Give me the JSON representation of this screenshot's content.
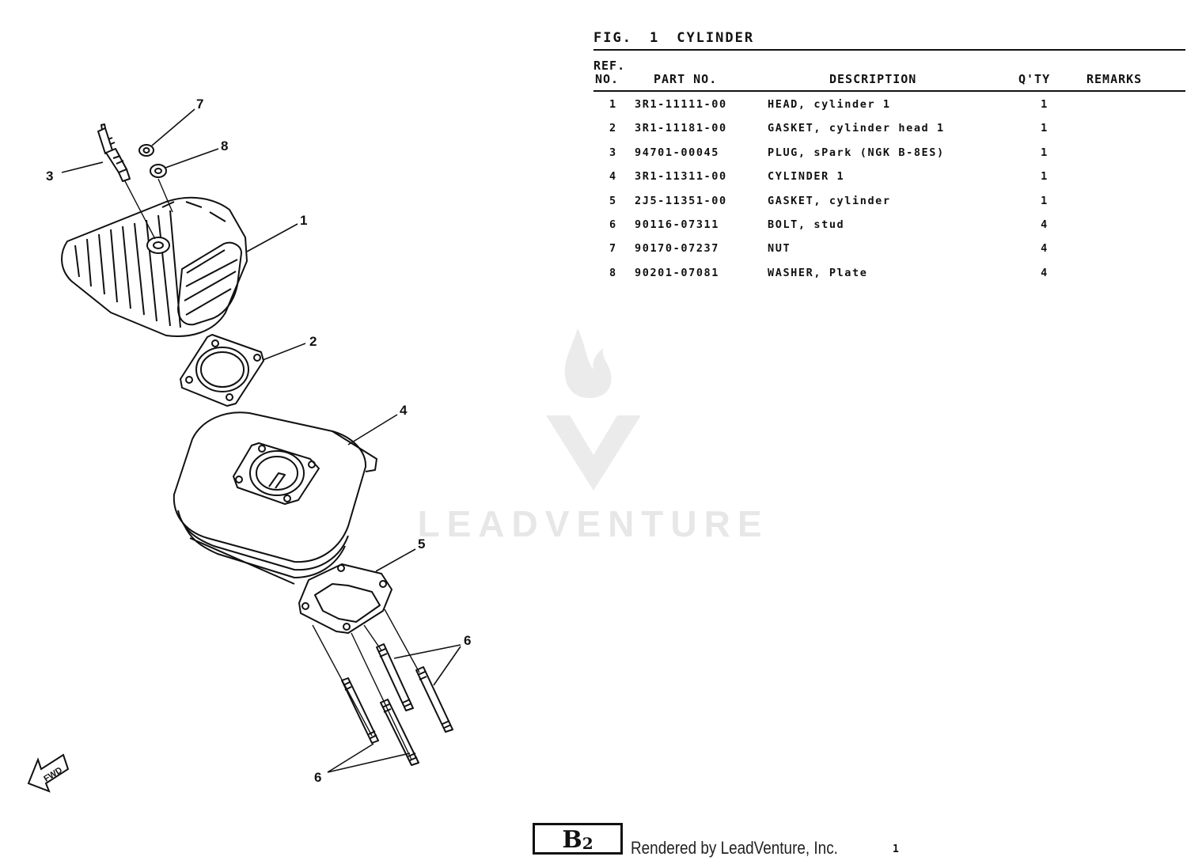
{
  "figure": {
    "label": "FIG.",
    "number": "1",
    "name": "CYLINDER"
  },
  "table": {
    "headers": {
      "ref_line1": "REF.",
      "ref_line2": "NO.",
      "part_no": "PART NO.",
      "description": "DESCRIPTION",
      "qty": "Q'TY",
      "remarks": "REMARKS"
    },
    "rows": [
      {
        "ref": "1",
        "part": "3R1-11111-00",
        "desc": "HEAD, cylinder 1",
        "qty": "1",
        "remarks": ""
      },
      {
        "ref": "2",
        "part": "3R1-11181-00",
        "desc": "GASKET, cylinder head 1",
        "qty": "1",
        "remarks": ""
      },
      {
        "ref": "3",
        "part": "94701-00045",
        "desc": "PLUG, sPark (NGK B-8ES)",
        "qty": "1",
        "remarks": ""
      },
      {
        "ref": "4",
        "part": "3R1-11311-00",
        "desc": "CYLINDER 1",
        "qty": "1",
        "remarks": ""
      },
      {
        "ref": "5",
        "part": "2J5-11351-00",
        "desc": "GASKET, cylinder",
        "qty": "1",
        "remarks": ""
      },
      {
        "ref": "6",
        "part": "90116-07311",
        "desc": "BOLT, stud",
        "qty": "4",
        "remarks": ""
      },
      {
        "ref": "7",
        "part": "90170-07237",
        "desc": "NUT",
        "qty": "4",
        "remarks": ""
      },
      {
        "ref": "8",
        "part": "90201-07081",
        "desc": "WASHER, Plate",
        "qty": "4",
        "remarks": ""
      }
    ]
  },
  "diagram": {
    "callouts": {
      "c1": "1",
      "c2": "2",
      "c3": "3",
      "c4": "4",
      "c5": "5",
      "c6a": "6",
      "c6b": "6",
      "c7": "7",
      "c8": "8"
    },
    "fwd_label": "FWD"
  },
  "watermark": {
    "text": "LEADVENTURE"
  },
  "footer": {
    "page_code_letter": "B",
    "page_code_digit": "2",
    "rendered_by": "Rendered by LeadVenture, Inc.",
    "page_number": "1"
  }
}
